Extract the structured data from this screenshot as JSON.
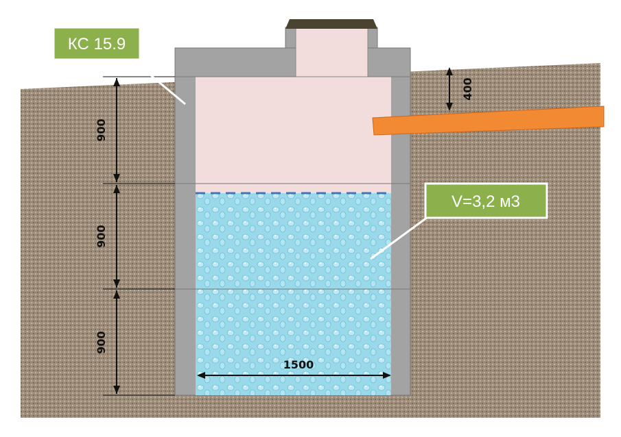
{
  "labels": {
    "model": "КС 15.9",
    "volume": "V=3,2 м3"
  },
  "dimensions": {
    "ring1": "900",
    "ring2": "900",
    "ring3": "900",
    "depth": "400",
    "diameter": "1500"
  },
  "colors": {
    "soil": "#9c8a78",
    "concrete": "#a0a0a0",
    "air": "#f2dcdc",
    "water": "#8fd3e6",
    "pipe": "#f28a33",
    "label": "#8cb04c",
    "cap": "#4a4330"
  }
}
